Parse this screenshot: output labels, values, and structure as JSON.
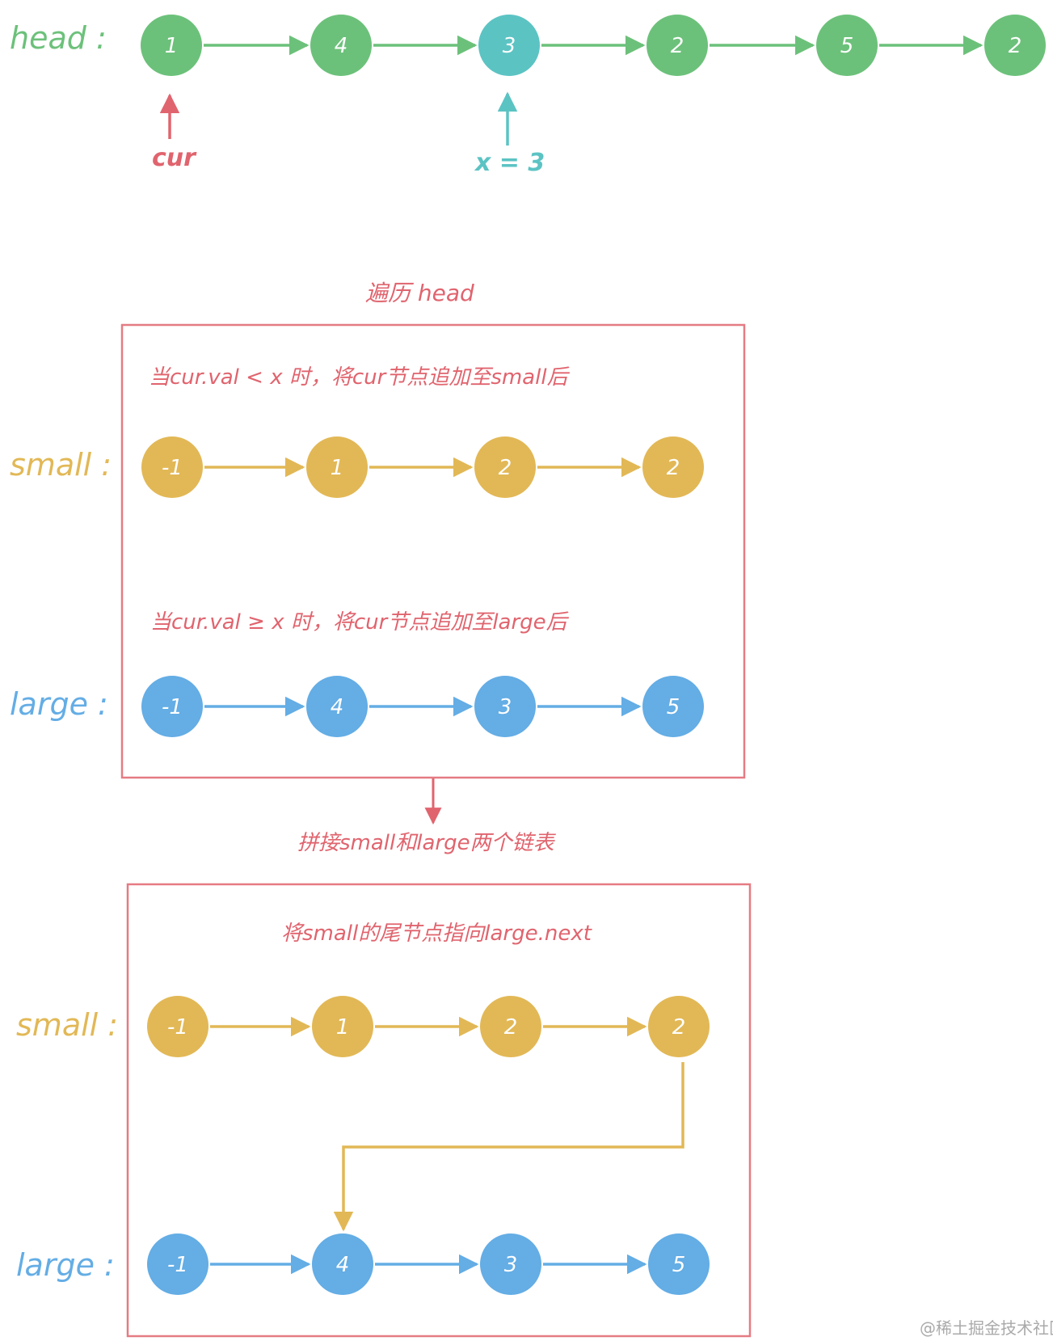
{
  "colors": {
    "head_node": "#6cc17a",
    "head_node_x": "#5cc3c3",
    "small_node": "#e2b856",
    "large_node": "#64ade5",
    "box_border": "#e57b83",
    "text_red": "#e0646e",
    "text_green": "#6cc17a",
    "text_cyan": "#5cc3c3",
    "text_yellow": "#e2b856",
    "text_blue": "#64ade5",
    "watermark": "#aaaaaa"
  },
  "head": {
    "label": "head :",
    "nodes": [
      "1",
      "4",
      "3",
      "2",
      "5",
      "2"
    ],
    "highlight_node_index": 2,
    "cur_pointer_label": "cur",
    "cur_pointer_index": 0,
    "x_pointer_label": "x = 3",
    "x_pointer_index": 2
  },
  "step1": {
    "title": "遍历 head",
    "small_condition": "当cur.val < x 时，将cur节点追加至small后",
    "large_condition": "当cur.val ≥ x 时，将cur节点追加至large后",
    "small_label": "small :",
    "small_nodes": [
      "-1",
      "1",
      "2",
      "2"
    ],
    "large_label": "large :",
    "large_nodes": [
      "-1",
      "4",
      "3",
      "5"
    ]
  },
  "connector_label": "拼接small和large两个链表",
  "step2": {
    "caption": "将small的尾节点指向large.next",
    "small_label": "small :",
    "small_nodes": [
      "-1",
      "1",
      "2",
      "2"
    ],
    "large_label": "large :",
    "large_nodes": [
      "-1",
      "4",
      "3",
      "5"
    ],
    "link_from_small_index": 3,
    "link_to_large_index": 1
  },
  "watermark": "@稀土掘金技术社区"
}
